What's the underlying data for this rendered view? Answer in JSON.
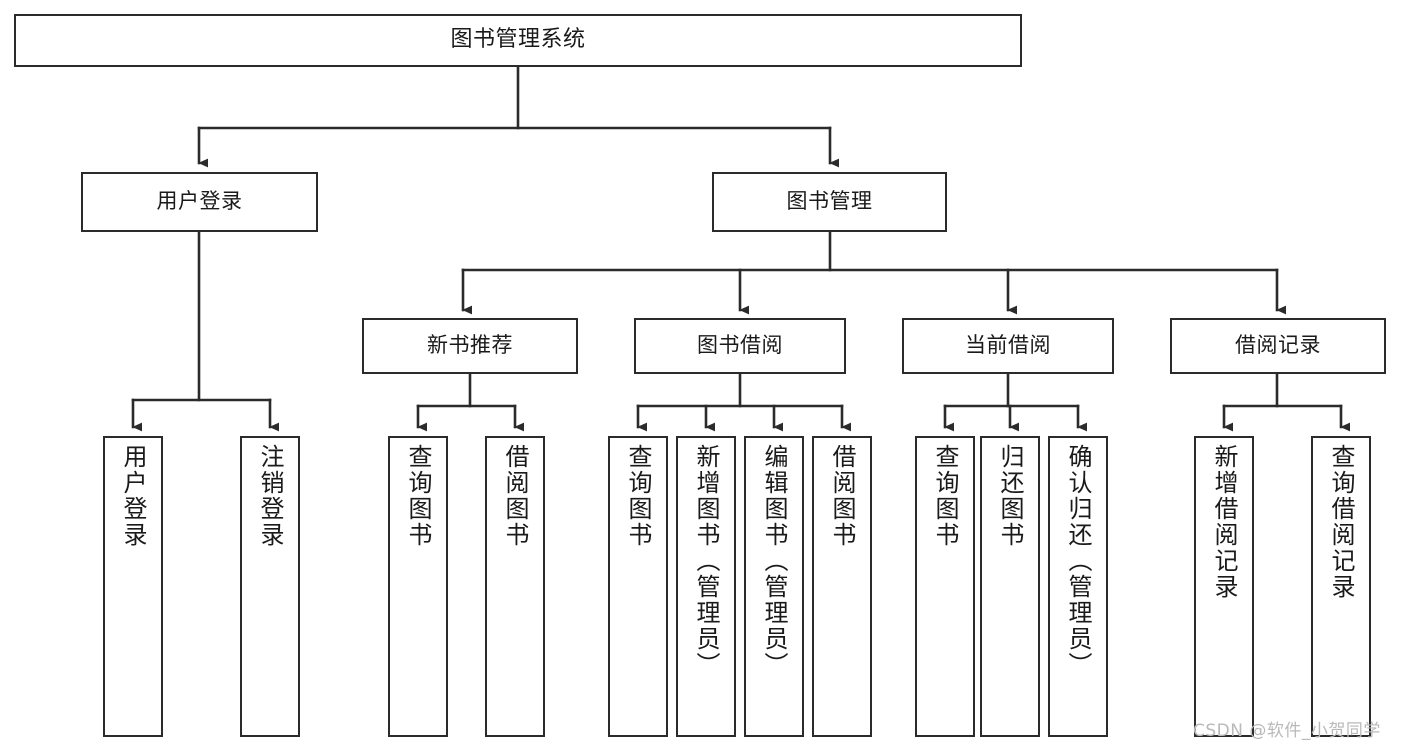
{
  "diagram": {
    "type": "tree",
    "title": "图书管理系统",
    "style": {
      "box_fill": "#ffffff",
      "box_stroke": "#2b2b2b",
      "line_color": "#2b2b2b",
      "text_color": "#1a1a1a"
    },
    "root": {
      "label": "图书管理系统"
    },
    "level1": [
      {
        "label": "用户登录"
      },
      {
        "label": "图书管理"
      }
    ],
    "level2": [
      {
        "label": "新书推荐"
      },
      {
        "label": "图书借阅"
      },
      {
        "label": "当前借阅"
      },
      {
        "label": "借阅记录"
      }
    ],
    "leaves": {
      "user_login": [
        {
          "label": "用户登录"
        },
        {
          "label": "注销登录"
        }
      ],
      "new_book_recommend": [
        {
          "label": "查询图书"
        },
        {
          "label": "借阅图书"
        }
      ],
      "book_borrow": [
        {
          "label": "查询图书"
        },
        {
          "label": "新增图书（管理员）"
        },
        {
          "label": "编辑图书（管理员）"
        },
        {
          "label": "借阅图书"
        }
      ],
      "current_borrow": [
        {
          "label": "查询图书"
        },
        {
          "label": "归还图书"
        },
        {
          "label": "确认归还（管理员）"
        }
      ],
      "borrow_records": [
        {
          "label": "新增借阅记录"
        },
        {
          "label": "查询借阅记录"
        }
      ]
    }
  },
  "watermark": {
    "text": "CSDN @软件_小贺同学"
  }
}
